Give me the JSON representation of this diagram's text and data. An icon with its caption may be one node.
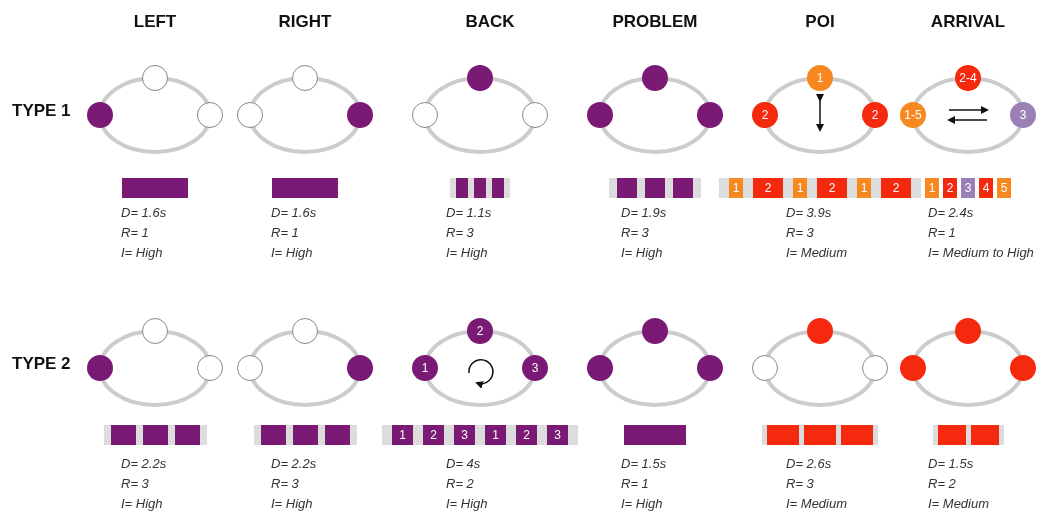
{
  "diagram": {
    "nodes": [
      {
        "text": [],
        "shape": "circle"
      },
      {
        "text": [],
        "shape": "circle"
      },
      {
        "text": [],
        "shape": "circle"
      },
      {
        "text": [],
        "shape": "bar"
      },
      {
        "text": [],
        "shape": "circle"
      },
      {
        "text": [],
        "shape": "circle"
      },
      {
        "text": [],
        "shape": "circle"
      },
      {
        "text": [],
        "shape": "bar"
      },
      {
        "text": [],
        "shape": "circle"
      },
      {
        "text": [],
        "shape": "circle"
      },
      {
        "text": [],
        "shape": "circle"
      },
      {
        "text": [],
        "shape": "bar"
      },
      {
        "text": [],
        "shape": "bar"
      },
      {
        "text": [],
        "shape": "bar"
      },
      {
        "text": [],
        "shape": "circle"
      },
      {
        "text": [],
        "shape": "circle"
      },
      {
        "text": [],
        "shape": "circle"
      },
      {
        "text": [],
        "shape": "bar"
      },
      {
        "text": [],
        "shape": "bar"
      },
      {
        "text": [],
        "shape": "bar"
      },
      {
        "text": [
          "1"
        ]
      },
      {
        "text": [
          "2"
        ]
      },
      {
        "text": [
          "2"
        ]
      },
      {
        "text": [
          "1"
        ]
      },
      {
        "text": [
          "2"
        ]
      },
      {
        "text": [
          "1"
        ]
      },
      {
        "text": [
          "2"
        ]
      },
      {
        "text": [
          "1"
        ]
      },
      {
        "text": [
          "2"
        ]
      },
      {
        "text": [
          "2-4"
        ]
      },
      {
        "text": [
          "1-5"
        ]
      },
      {
        "text": [
          "3"
        ]
      },
      {
        "text": [
          "1"
        ]
      },
      {
        "text": [
          "2"
        ]
      },
      {
        "text": [
          "3"
        ]
      },
      {
        "text": [
          "4"
        ]
      },
      {
        "text": [
          "5"
        ]
      },
      {
        "text": [],
        "shape": "circle"
      },
      {
        "text": [],
        "shape": "circle"
      },
      {
        "text": [],
        "shape": "circle"
      },
      {
        "text": [],
        "shape": "bar"
      },
      {
        "text": [],
        "shape": "bar"
      },
      {
        "text": [],
        "shape": "bar"
      },
      {
        "text": [],
        "shape": "circle"
      },
      {
        "text": [],
        "shape": "circle"
      },
      {
        "text": [],
        "shape": "circle"
      },
      {
        "text": [],
        "shape": "bar"
      },
      {
        "text": [],
        "shape": "bar"
      },
      {
        "text": [],
        "shape": "bar"
      },
      {
        "text": [
          "2"
        ]
      },
      {
        "text": [
          "1"
        ]
      },
      {
        "text": [
          "3"
        ]
      },
      {
        "text": [
          "1"
        ]
      },
      {
        "text": [
          "2"
        ]
      },
      {
        "text": [
          "3"
        ]
      },
      {
        "text": [
          "1"
        ]
      },
      {
        "text": [
          "2"
        ]
      },
      {
        "text": [
          "3"
        ]
      },
      {
        "text": [],
        "shape": "circle"
      },
      {
        "text": [],
        "shape": "circle"
      },
      {
        "text": [],
        "shape": "circle"
      },
      {
        "text": [],
        "shape": "bar"
      },
      {
        "text": [],
        "shape": "circle"
      },
      {
        "text": [],
        "shape": "circle"
      },
      {
        "text": [],
        "shape": "circle"
      },
      {
        "text": [],
        "shape": "bar"
      },
      {
        "text": [],
        "shape": "bar"
      },
      {
        "text": [],
        "shape": "bar"
      },
      {
        "text": [],
        "shape": "circle"
      },
      {
        "text": [],
        "shape": "circle"
      },
      {
        "text": [],
        "shape": "circle"
      },
      {
        "text": [],
        "shape": "bar"
      },
      {
        "text": [],
        "shape": "bar"
      }
    ],
    "labels": [
      "LEFT",
      "RIGHT",
      "BACK",
      "PROBLEM",
      "POI",
      "ARRIVAL",
      "TYPE 1",
      "D= 1.6s",
      "R= 1",
      "I= High",
      "D= 1.6s",
      "R= 1",
      "I= High",
      "D= 1.1s",
      "R= 3",
      "I= High",
      "D= 1.9s",
      "R= 3",
      "I= High",
      "D= 3.9s",
      "R= 3",
      "I= Medium",
      "D= 2.4s",
      "R= 1",
      "I= Medium to High",
      "TYPE 2",
      "D= 2.2s",
      "R= 3",
      "I= High",
      "D= 2.2s",
      "R= 3",
      "I= High",
      "D= 4s",
      "R= 2",
      "I= High",
      "D= 1.5s",
      "R= 1",
      "I= High",
      "D= 2.6s",
      "R= 3",
      "I= Medium",
      "D= 1.5s",
      "R= 2",
      "I= Medium"
    ]
  }
}
